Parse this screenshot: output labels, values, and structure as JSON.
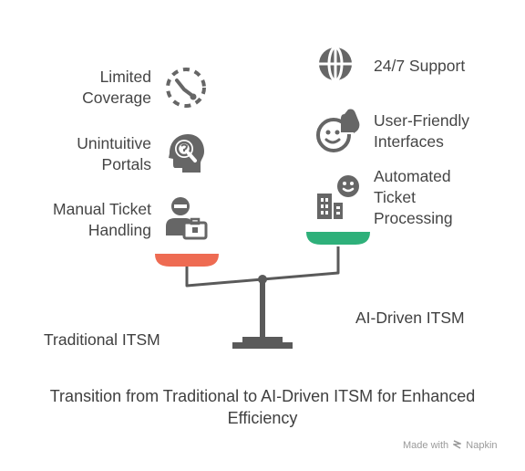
{
  "left_items": [
    {
      "label": "Limited Coverage",
      "line1": "Limited",
      "line2": "Coverage",
      "icon": "dashed-circle-icon"
    },
    {
      "label": "Unintuitive Portals",
      "line1": "Unintuitive",
      "line2": "Portals",
      "icon": "head-question-icon"
    },
    {
      "label": "Manual Ticket Handling",
      "line1": "Manual Ticket",
      "line2": "Handling",
      "icon": "person-briefcase-icon"
    }
  ],
  "right_items": [
    {
      "label": "24/7 Support",
      "icon": "globe-icon"
    },
    {
      "label": "User-Friendly Interfaces",
      "line1": "User-Friendly",
      "line2": "Interfaces",
      "icon": "face-hand-icon"
    },
    {
      "label": "Automated Ticket Processing",
      "line1": "Automated",
      "line2": "Ticket",
      "line3": "Processing",
      "icon": "robot-building-icon"
    }
  ],
  "left_title": "Traditional ITSM",
  "right_title": "AI-Driven ITSM",
  "caption_line1": "Transition from Traditional to AI-Driven ITSM for Enhanced",
  "caption_line2": "Efficiency",
  "brand": {
    "made_with": "Made with",
    "name": "Napkin"
  },
  "colors": {
    "left_pan": "#ee6b52",
    "right_pan": "#2eb07a",
    "icon": "#666666",
    "scale": "#5a5a5a"
  }
}
